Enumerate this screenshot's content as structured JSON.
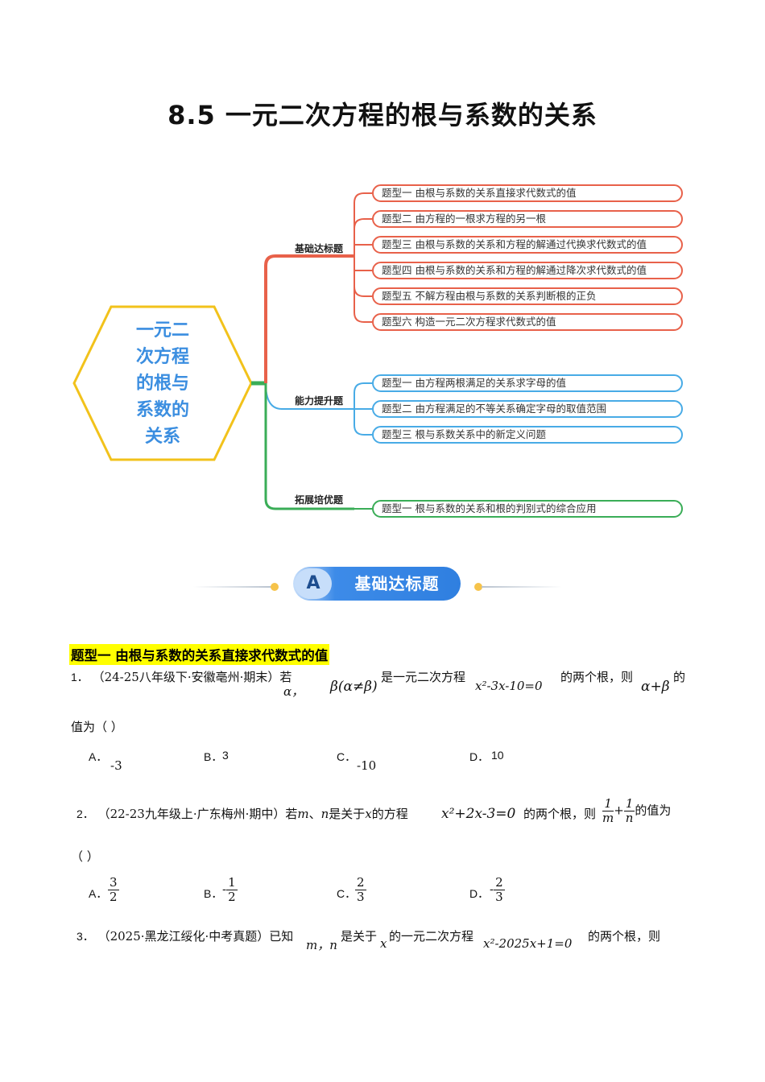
{
  "title": "8.5  一元二次方程的根与系数的关系",
  "mindmap": {
    "center_lines": [
      "一元二",
      "次方程",
      "的根与",
      "系数的",
      "关系"
    ],
    "branches": [
      {
        "label": "基础达标题",
        "color": "#e8614a",
        "items": [
          "题型一  由根与系数的关系直接求代数式的值",
          "题型二  由方程的一根求方程的另一根",
          "题型三  由根与系数的关系和方程的解通过代换求代数式的值",
          "题型四  由根与系数的关系和方程的解通过降次求代数式的值",
          "题型五  不解方程由根与系数的关系判断根的正负",
          "题型六  构造一元二次方程求代数式的值"
        ]
      },
      {
        "label": "能力提升题",
        "color": "#48abe6",
        "items": [
          "题型一  由方程两根满足的关系求字母的值",
          "题型二  由方程满足的不等关系确定字母的取值范围",
          "题型三  根与系数关系中的新定义问题"
        ]
      },
      {
        "label": "拓展培优题",
        "color": "#3aad57",
        "items": [
          "题型一  根与系数的关系和根的判别式的综合应用"
        ]
      }
    ]
  },
  "banner": {
    "letter": "A",
    "text": "基础达标题"
  },
  "section_heading": "题型一  由根与系数的关系直接求代数式的值",
  "q1": {
    "num": "1．",
    "source": "（24-25八年级下·安徽亳州·期末）若",
    "alpha": "α，",
    "beta_cond": "β(α≠β)",
    "mid": "是一元二次方程",
    "eq": "x²-3x-10=0",
    "tail": "的两个根，则",
    "expr": "α+β",
    "end": "的",
    "line2": "值为（    ）",
    "options": [
      {
        "label": "A．",
        "value": "-3"
      },
      {
        "label": "B．",
        "value": "3"
      },
      {
        "label": "C．",
        "value": "-10"
      },
      {
        "label": "D．",
        "value": "10"
      }
    ]
  },
  "q2": {
    "num": "2．",
    "text_a": "（22-23九年级上·广东梅州·期中）若",
    "m": "m",
    "sep": "、",
    "n": "n",
    "text_b": "是关于",
    "x": "x",
    "text_c": "的方程",
    "eq": "x²+2x-3=0",
    "text_d": "的两个根，则",
    "frac1": {
      "n": "1",
      "d": "m"
    },
    "plus": "+",
    "frac2": {
      "n": "1",
      "d": "n"
    },
    "text_e": "的值为",
    "line2": "（    ）",
    "options": [
      {
        "label": "A．",
        "sign": "",
        "n": "3",
        "d": "2"
      },
      {
        "label": "B．",
        "sign": "-",
        "n": "1",
        "d": "2"
      },
      {
        "label": "C．",
        "sign": "",
        "n": "2",
        "d": "3"
      },
      {
        "label": "D．",
        "sign": "-",
        "n": "2",
        "d": "3"
      }
    ]
  },
  "q3": {
    "num": "3．",
    "text_a": "（2025·黑龙江绥化·中考真题）已知",
    "mn": "m，n",
    "text_b": "是关于",
    "x": "x",
    "text_c": "的一元二次方程",
    "eq": "x²-2025x+1=0",
    "text_d": "的两个根，则"
  }
}
